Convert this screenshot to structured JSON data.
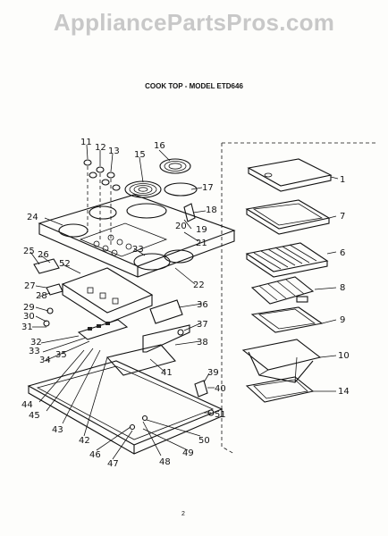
{
  "watermark": "AppliancePartsPros.com",
  "title": "COOK TOP - MODEL ETD646",
  "page_number": "2",
  "callouts": [
    "1",
    "7",
    "6",
    "8",
    "9",
    "10",
    "14",
    "11",
    "12",
    "13",
    "15",
    "16",
    "17",
    "18",
    "19",
    "20",
    "21",
    "22",
    "23",
    "24",
    "25",
    "26",
    "27",
    "28",
    "29",
    "30",
    "31",
    "32",
    "33",
    "34",
    "35",
    "36",
    "37",
    "38",
    "39",
    "40",
    "41",
    "42",
    "43",
    "44",
    "45",
    "46",
    "47",
    "48",
    "49",
    "50",
    "51",
    "52"
  ]
}
